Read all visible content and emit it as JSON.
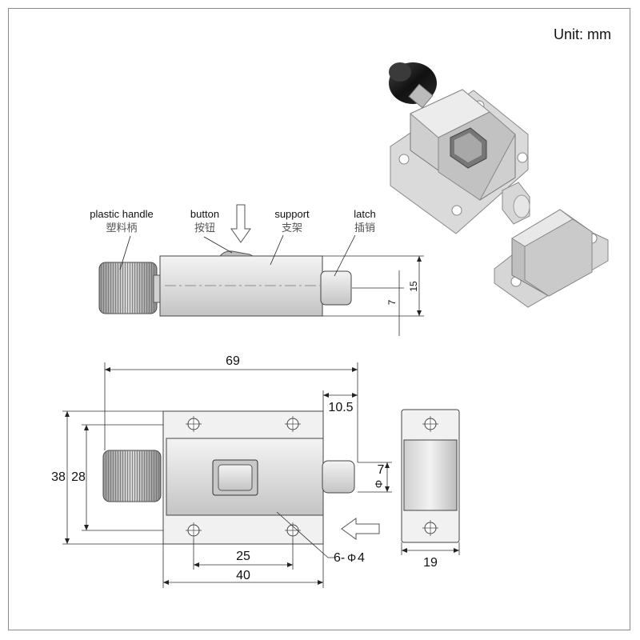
{
  "header": {
    "unit": "Unit: mm"
  },
  "labels": {
    "handle_en": "plastic handle",
    "handle_cn": "塑料柄",
    "button_en": "button",
    "button_cn": "按钮",
    "support_en": "support",
    "support_cn": "支架",
    "latch_en": "latch",
    "latch_cn": "插销"
  },
  "dimensions": {
    "side_height": "15",
    "side_pin": "7",
    "overall_length": "69",
    "pin_extension": "10.5",
    "outer_height": "38",
    "inner_height": "28",
    "pin_diameter_val": "7",
    "pin_diameter_sym": "Φ",
    "hole_spacing": "25",
    "base_length": "40",
    "hole_count": "6-",
    "hole_dia_sym": "Φ",
    "hole_dia_val": "4",
    "keeper_width": "19"
  }
}
